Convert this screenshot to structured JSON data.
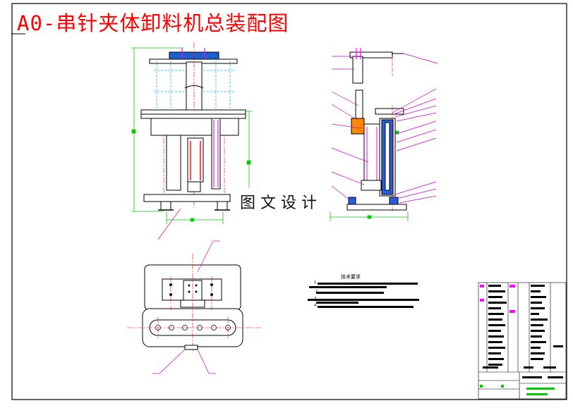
{
  "drawing": {
    "title": "A0-串针夹体卸料机总装配图",
    "watermark": "图文设计",
    "tech_requirements_title": "技术要求",
    "tech_requirements_items": [
      "1.",
      "2.",
      "3.",
      "4."
    ]
  },
  "colors": {
    "title": "#ff0000",
    "frame": "#000000",
    "part_outline": "#000000",
    "dimension_line": "#00cc00",
    "center_line": "#ff0000",
    "section_hatch": "#0000ff",
    "leader_line": "#cc00cc",
    "hidden_line": "#00aaff",
    "bolt_column": "#ff00ff"
  },
  "views": [
    "front-view",
    "side-view",
    "top-view",
    "technical-requirements",
    "title-block"
  ]
}
